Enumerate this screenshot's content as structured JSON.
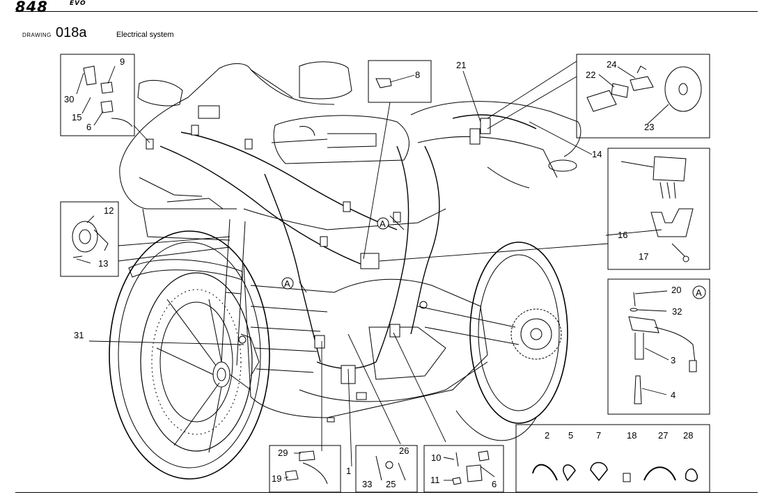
{
  "header": {
    "logo": "848",
    "logo_sup": "EVO",
    "drawing_label": "DRAWING",
    "drawing_number": "018a",
    "title": "Electrical system"
  },
  "callouts": {
    "c1": "1",
    "c2": "2",
    "c3": "3",
    "c4": "4",
    "c5": "5",
    "c6a": "6",
    "c6b": "6",
    "c7": "7",
    "c8": "8",
    "c9": "9",
    "c10": "10",
    "c11": "11",
    "c12": "12",
    "c13": "13",
    "c14": "14",
    "c15": "15",
    "c16": "16",
    "c17": "17",
    "c18": "18",
    "c19": "19",
    "c20": "20",
    "c21": "21",
    "c22": "22",
    "c23": "23",
    "c24": "24",
    "c25": "25",
    "c26": "26",
    "c27": "27",
    "c28": "28",
    "c29": "29",
    "c30": "30",
    "c31": "31",
    "c32": "32",
    "c33": "33",
    "markA": "A"
  }
}
